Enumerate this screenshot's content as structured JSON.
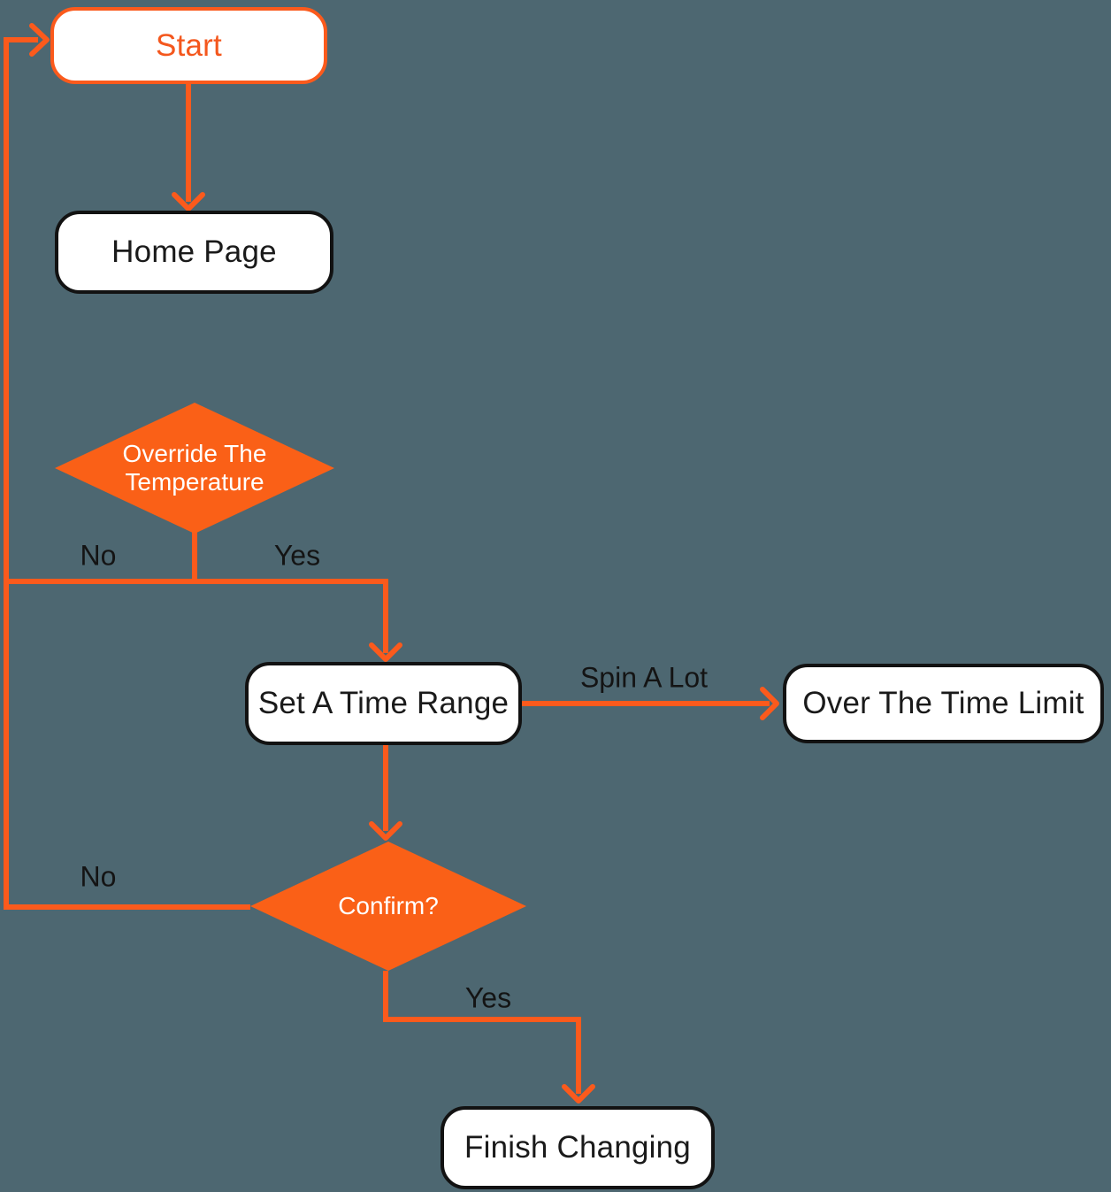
{
  "colors": {
    "background": "#4D6771",
    "accent": "#FB5A1C",
    "diamond_fill": "#FA6017",
    "start_text": "#F4571D",
    "node_border": "#121212",
    "node_text": "#1A1A1A",
    "label_text": "#141414",
    "node_fill": "#FFFFFF",
    "diamond_text": "#FFFFFF"
  },
  "nodes": {
    "start": {
      "label": "Start"
    },
    "home_page": {
      "label": "Home Page"
    },
    "override_temperature": {
      "label_line1": "Override The",
      "label_line2": "Temperature"
    },
    "set_time_range": {
      "label": "Set A Time Range"
    },
    "over_time_limit": {
      "label": "Over The Time Limit"
    },
    "confirm": {
      "label": "Confirm?"
    },
    "finish_changing": {
      "label": "Finish Changing"
    }
  },
  "edge_labels": {
    "override_no": "No",
    "override_yes": "Yes",
    "spin_a_lot": "Spin A Lot",
    "confirm_no": "No",
    "confirm_yes": "Yes"
  }
}
